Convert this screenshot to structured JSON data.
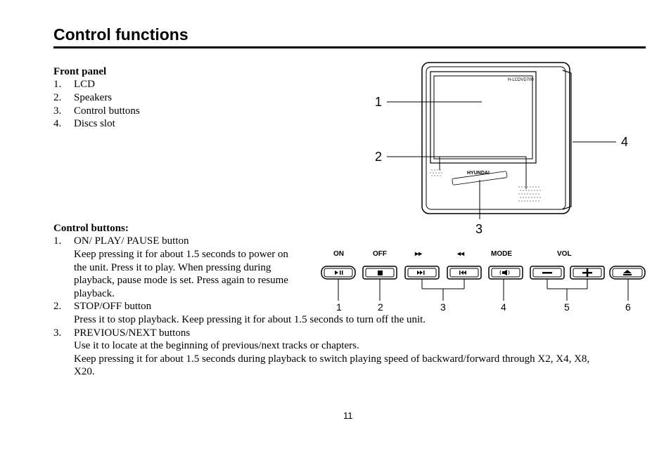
{
  "heading": "Control functions",
  "front_panel": {
    "title": "Front panel",
    "items": [
      {
        "num": "1.",
        "text": "LCD"
      },
      {
        "num": "2.",
        "text": "Speakers"
      },
      {
        "num": "3.",
        "text": "Control buttons"
      },
      {
        "num": "4.",
        "text": "Discs slot"
      }
    ]
  },
  "device_figure": {
    "model_label": "H-LCDVD700",
    "brand": "HYUNDAI",
    "callouts": [
      "1",
      "2",
      "3",
      "4"
    ]
  },
  "control_buttons": {
    "title": "Control buttons:",
    "item1_num": "1.",
    "item1_title": "ON/ PLAY/ PAUSE button",
    "item1_desc": [
      "Keep pressing it for about 1.5 seconds to power on",
      "the unit. Press it to play. When pressing during",
      "playback, pause mode is set. Press again to resume",
      "playback."
    ],
    "item2_num": "2.",
    "item2_title": "STOP/OFF button",
    "item2_desc": "Press it to stop playback. Keep pressing it for about 1.5 seconds to turn off the unit.",
    "item3_num": "3.",
    "item3_title": "PREVIOUS/NEXT buttons",
    "item3_desc": [
      "Use it to locate at the beginning of previous/next tracks or chapters.",
      "Keep pressing it for about 1.5 seconds during playback to switch playing speed of backward/forward through X2, X4, X8,",
      "X20."
    ]
  },
  "button_figure": {
    "top_labels": [
      "ON",
      "OFF",
      "▸▸",
      "◂◂",
      "MODE",
      "VOL"
    ],
    "callouts": [
      "1",
      "2",
      "3",
      "4",
      "5",
      "6"
    ]
  },
  "page_number": "11"
}
